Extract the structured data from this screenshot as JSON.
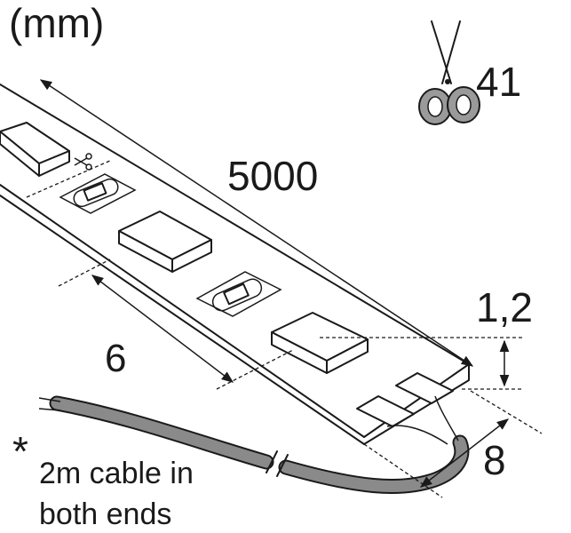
{
  "unit_label": "(mm)",
  "cut_interval": "41",
  "length": "5000",
  "thickness": "1,2",
  "segment": "6",
  "width": "8",
  "footnote_marker": "*",
  "footnote_line1": "2m cable in",
  "footnote_line2": "both ends",
  "colors": {
    "line": "#1a1a1a",
    "cable": "#8a8a8a",
    "scissor_handle": "#9a9a9a"
  },
  "icons": [
    "scissors-icon",
    "small-scissors-icon"
  ]
}
